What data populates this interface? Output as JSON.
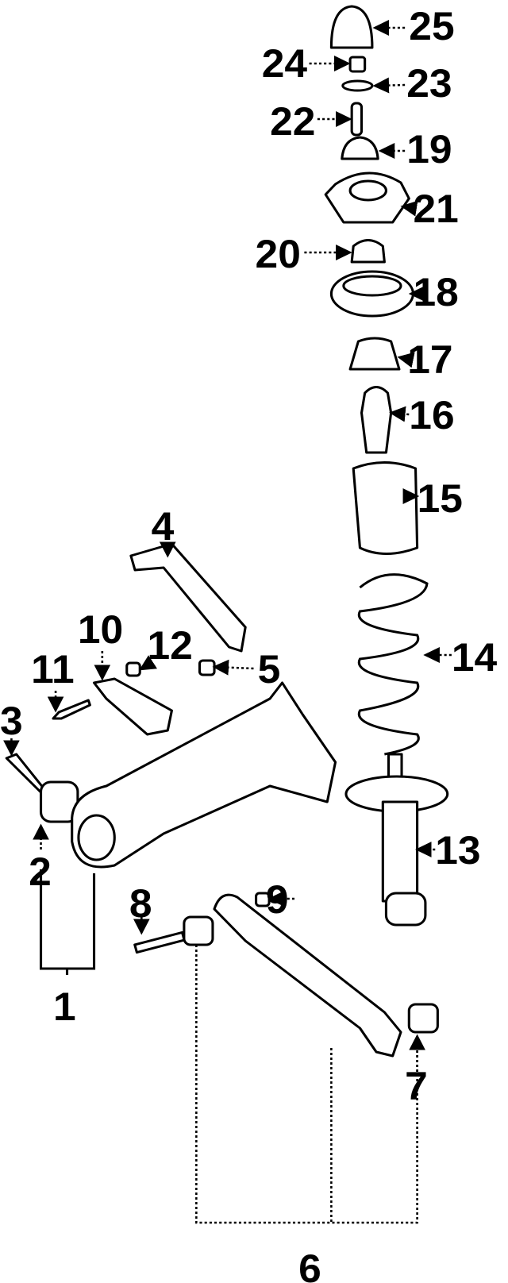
{
  "diagram": {
    "type": "exploded-parts-diagram",
    "callouts": [
      "1",
      "2",
      "3",
      "4",
      "5",
      "6",
      "7",
      "8",
      "9",
      "10",
      "11",
      "12",
      "13",
      "14",
      "15",
      "16",
      "17",
      "18",
      "19",
      "20",
      "21",
      "22",
      "23",
      "24",
      "25"
    ]
  }
}
